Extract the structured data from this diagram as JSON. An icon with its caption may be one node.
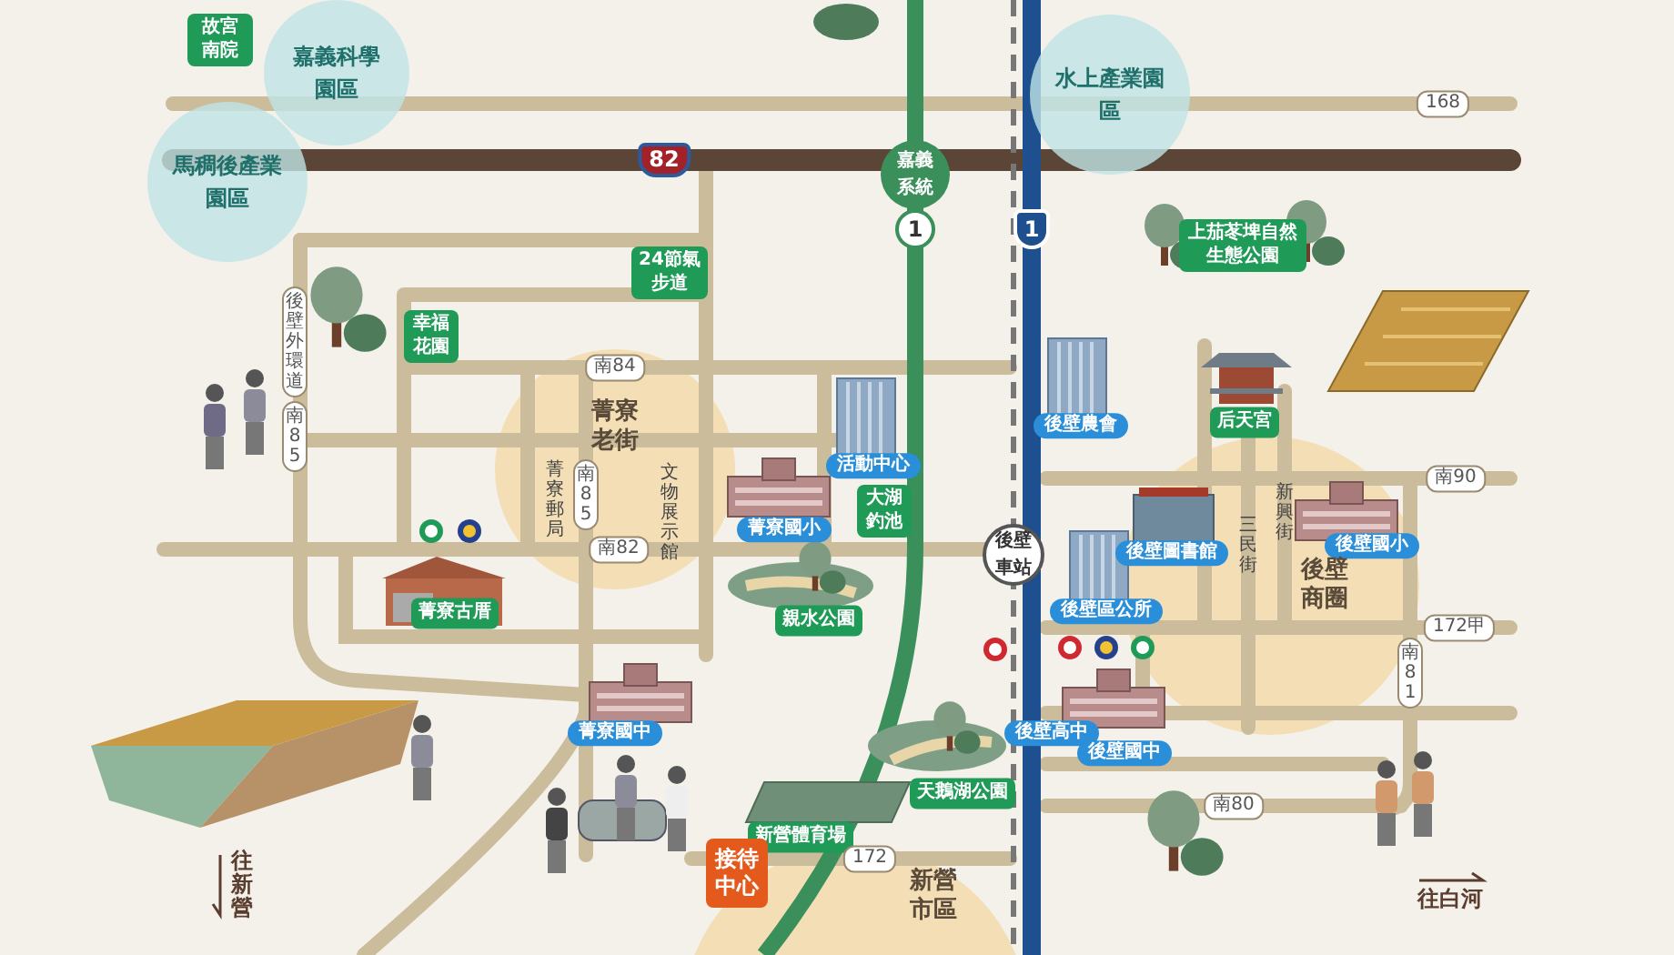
{
  "diagram": {
    "nodes": [
      {
        "text": [
          "故宮南院"
        ]
      },
      {
        "text": [
          "嘉義科學園區"
        ]
      },
      {
        "text": [
          "馬稠後產業園區"
        ]
      },
      {
        "text": [
          "嘉義系統"
        ]
      },
      {
        "text": [
          "水上產業園區"
        ]
      },
      {
        "text": [
          "24節氣步道"
        ]
      },
      {
        "text": [
          "幸福花園"
        ]
      },
      {
        "text": [
          "上茄苳埤自然生態公園"
        ]
      },
      {
        "text": [
          "活動中心"
        ]
      },
      {
        "text": [
          "大湖釣池"
        ]
      },
      {
        "text": [
          "菁寮國小"
        ]
      },
      {
        "text": [
          "後壁車站"
        ]
      },
      {
        "text": [
          "後壁農會"
        ]
      },
      {
        "text": [
          "后天宮"
        ]
      },
      {
        "text": [
          "後壁圖書館"
        ]
      },
      {
        "text": [
          "後壁國小"
        ]
      },
      {
        "text": [
          "後壁區公所"
        ]
      },
      {
        "text": [
          "菁寮古厝"
        ]
      },
      {
        "text": [
          "親水公園"
        ]
      },
      {
        "text": [
          "菁寮國中"
        ]
      },
      {
        "text": [
          "後壁高中"
        ]
      },
      {
        "text": [
          "後壁國中"
        ]
      },
      {
        "text": [
          "天鵝湖公園"
        ]
      },
      {
        "text": [
          "新營體育場"
        ]
      },
      {
        "text": [
          "接待中心"
        ]
      }
    ],
    "labels": [
      "168",
      "82",
      "1",
      "1",
      "南84",
      "後壁外環道",
      "南85",
      "菁寮老街",
      "南90",
      "菁寮郵局",
      "南85",
      "文物展示館",
      "南82",
      "後壁商圈",
      "三民街",
      "新興街",
      "172甲",
      "南81",
      "往新營",
      "南80",
      "172",
      "新營市區",
      "往白河"
    ]
  }
}
